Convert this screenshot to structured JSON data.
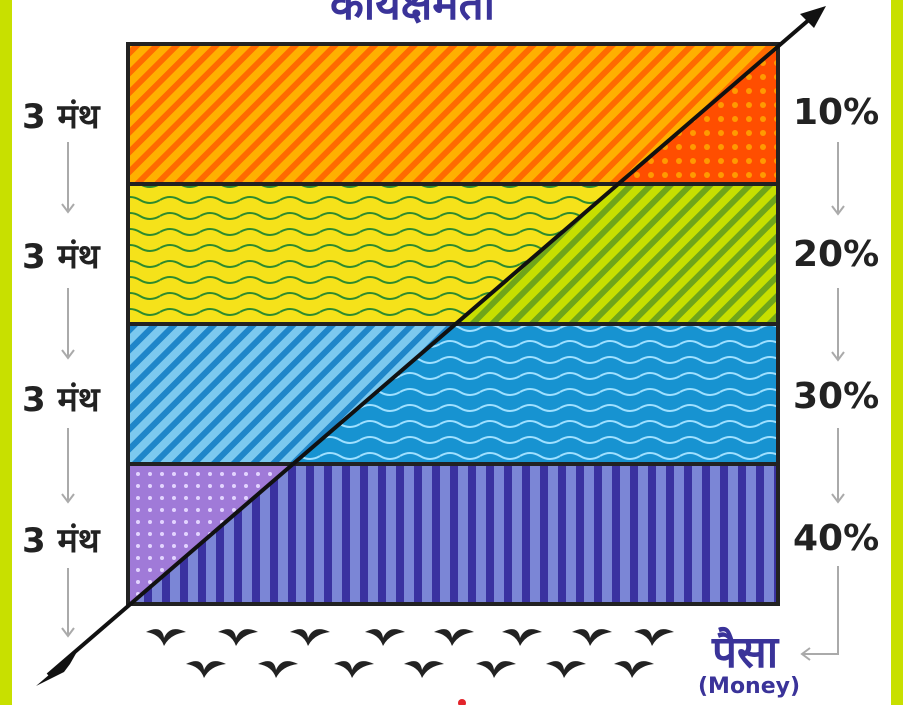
{
  "title": "कार्यक्षमता",
  "rows": [
    {
      "duration": "3 मंथ",
      "percent": "10%"
    },
    {
      "duration": "3 मंथ",
      "percent": "20%"
    },
    {
      "duration": "3 मंथ",
      "percent": "30%"
    },
    {
      "duration": "3 मंथ",
      "percent": "40%"
    }
  ],
  "money": {
    "label": "पैसा",
    "sublabel": "(Money)"
  },
  "colors": {
    "frame": "#c8e000",
    "band1": "#ff8c00",
    "band2": "#f5e21a",
    "band3": "#1793d1",
    "band4": "#3a32a0",
    "accent_text": "#3a3399"
  }
}
